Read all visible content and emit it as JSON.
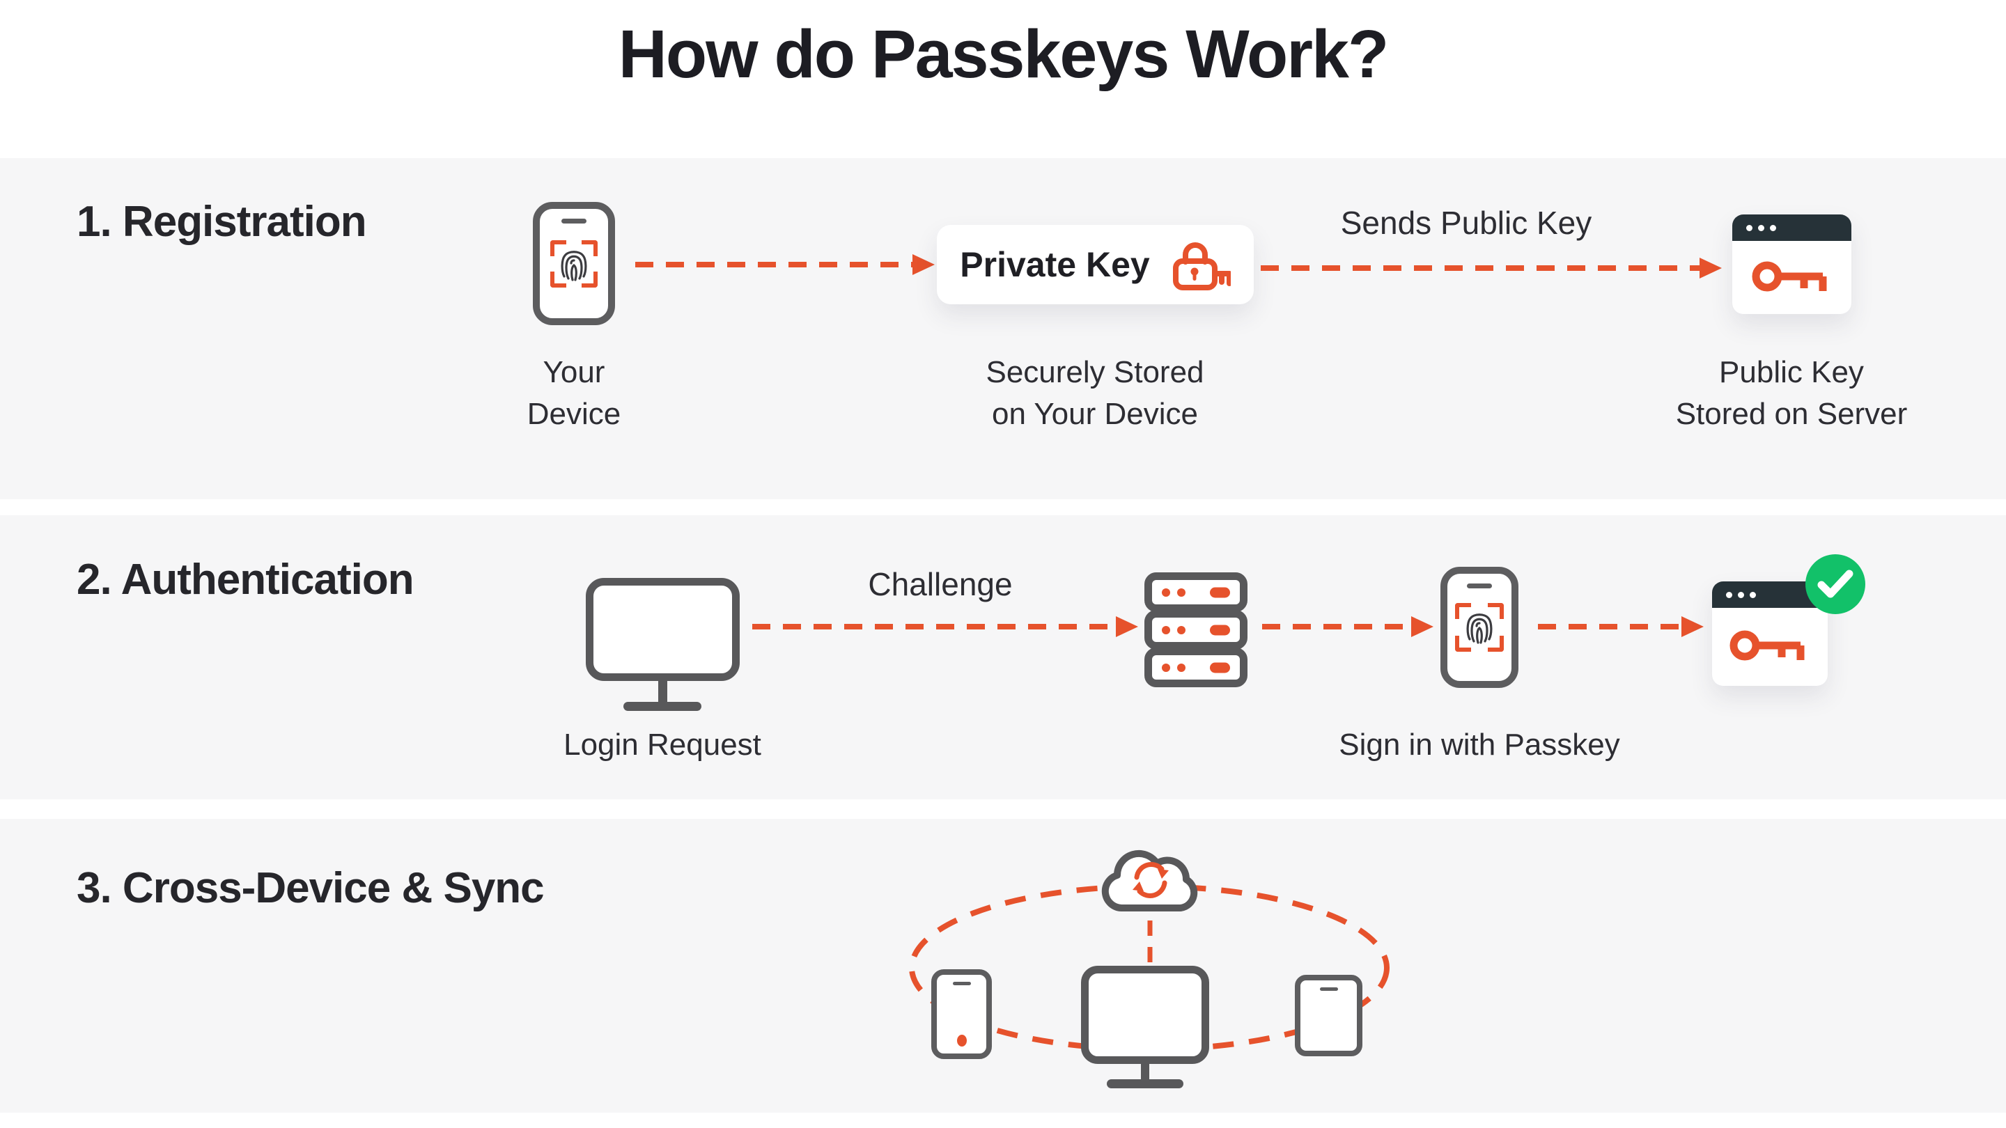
{
  "page": {
    "title": "How do Passkeys Work?"
  },
  "colors": {
    "accent_orange": "#E6522C",
    "device_gray": "#58585A",
    "browser_header_navy": "#263238",
    "success_green": "#12C169",
    "band_gray": "#F6F6F7",
    "text_dark": "#1D1D23"
  },
  "sections": {
    "registration": {
      "heading": "1. Registration",
      "device_caption_line1": "Your",
      "device_caption_line2": "Device",
      "private_key_label": "Private Key",
      "stored_caption_line1": "Securely Stored",
      "stored_caption_line2": "on Your Device",
      "arrow_label": "Sends Public Key",
      "server_caption_line1": "Public Key",
      "server_caption_line2": "Stored on Server"
    },
    "authentication": {
      "heading": "2. Authentication",
      "monitor_caption": "Login Request",
      "arrow_label": "Challenge",
      "phone_caption": "Sign in with Passkey"
    },
    "sync": {
      "heading": "3. Cross-Device & Sync"
    }
  },
  "icons": {
    "fingerprint": "fingerprint-icon",
    "scan_brackets": "scan-frame-icon",
    "lock_with_key": "lock-key-icon",
    "browser_key": "browser-window-key-icon",
    "server_stack": "server-stack-icon",
    "monitor": "monitor-icon",
    "smartphone": "smartphone-icon",
    "tablet": "tablet-icon",
    "cloud_sync": "cloud-sync-icon",
    "check": "✓",
    "dashed_arrow": "→"
  }
}
